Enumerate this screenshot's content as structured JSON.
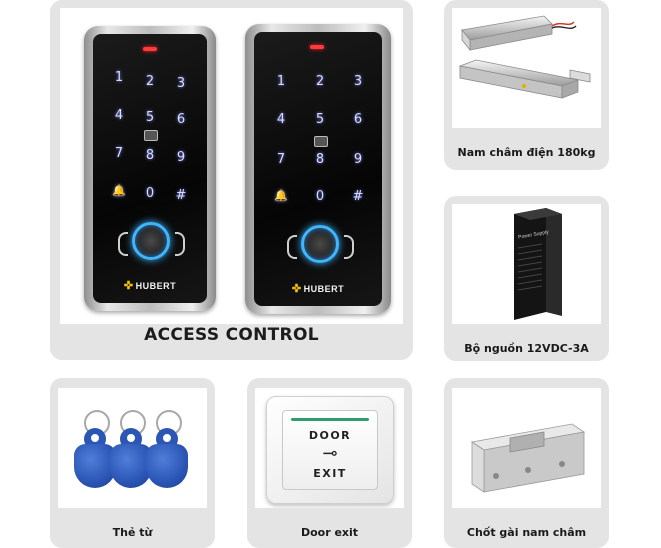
{
  "access_control": {
    "title": "ACCESS CONTROL",
    "keypad": {
      "keys": [
        "1",
        "2",
        "3",
        "4",
        "5",
        "6",
        "7",
        "8",
        "9",
        "🔔",
        "0",
        "#"
      ],
      "brand": "HUBERT",
      "brand_mark": "✜"
    }
  },
  "products": [
    {
      "caption": "Nam châm điện 180kg"
    },
    {
      "caption": "Bộ nguồn 12VDC-3A",
      "label": "Power Supply"
    },
    {
      "caption": "Thẻ từ"
    },
    {
      "caption": "Door exit",
      "door_word": "DOOR",
      "exit_word": "EXIT",
      "key_icon": "key-icon"
    },
    {
      "caption": "Chốt gài nam châm"
    }
  ],
  "colors": {
    "card_bg": "#e4e4e4",
    "keypad_glow": "#7f8cff",
    "fingerprint_ring": "#3fb6ff",
    "brand_yellow": "#f7c200",
    "door_exit_green": "#2f9e6a"
  }
}
